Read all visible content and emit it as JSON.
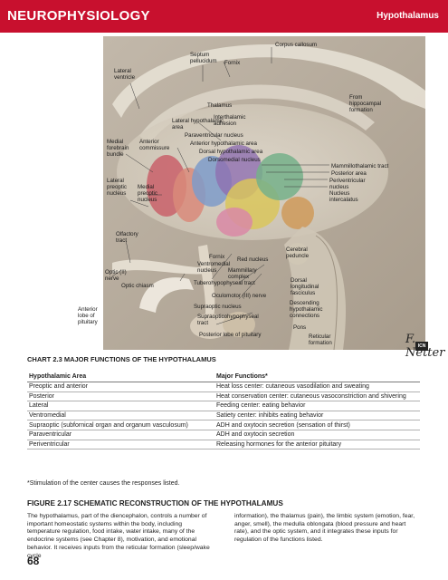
{
  "header": {
    "title": "NEUROPHYSIOLOGY",
    "section": "Hypothalamus"
  },
  "figure": {
    "labels": {
      "corpus_callosum": "Corpus callosum",
      "septum_pellucidum": "Septum pellucidum",
      "fornix_top": "Fornix",
      "lateral_ventricle": "Lateral ventricle",
      "from_hippocampal": "From hippocampal formation",
      "thalamus": "Thalamus",
      "interthalamic": "Interthalamic adhesion",
      "lateral_hypothalamic": "Lateral hypothalamic area",
      "paraventricular": "Paraventricular nucleus",
      "medial_forebrain": "Medial forebrain bundle",
      "anterior_commissure": "Anterior commissure",
      "anterior_hypothalamic": "Anterior hypothalamic area",
      "dorsal_hypothalamic": "Dorsal hypothalamic area",
      "dorsomedial": "Dorsomedial nucleus",
      "mammillothalamic": "Mammillothalamic tract",
      "posterior_area": "Posterior area",
      "periventricular": "Periventricular nucleus",
      "nucleus_intercalatus": "Nucleus intercalatus",
      "lateral_preoptic": "Lateral preoptic nucleus",
      "medial_preoptic": "Medial preoptic nucleus",
      "olfactory_tract": "Olfactory tract",
      "fornix_bottom": "Fornix",
      "red_nucleus": "Red nucleus",
      "cerebral_peduncle": "Cerebral peduncle",
      "ventromedial": "Ventromedial nucleus",
      "mammillary": "Mammillary complex",
      "optic_nerve": "Optic (II) nerve",
      "optic_chiasm": "Optic chiasm",
      "tuberohypophyseal": "Tuberohypophyseal tract",
      "dorsal_longitudinal": "Dorsal longitudinal fasciculus",
      "oculomotor": "Oculomotor (III) nerve",
      "supraoptic": "Supraoptic nucleus",
      "descending": "Descending hypothalamic connections",
      "supraopticohypophyseal": "Supraopticohypophyseal tract",
      "pons": "Pons",
      "posterior_pituitary": "Posterior lobe of pituitary",
      "reticular": "Reticular formation",
      "anterior_pituitary": "Anterior lobe of pituitary"
    },
    "signature": "F. Netter",
    "logo": "ICN"
  },
  "caption": "CHART 2.3   MAJOR FUNCTIONS OF THE HYPOTHALAMUS",
  "table": {
    "headers": [
      "Hypothalamic Area",
      "Major Functions*"
    ],
    "rows": [
      [
        "Preoptic and anterior",
        "Heat loss center: cutaneous vasodilation and sweating"
      ],
      [
        "Posterior",
        "Heat conservation center: cutaneous vasoconstriction and shivering"
      ],
      [
        "Lateral",
        "Feeding center: eating behavior"
      ],
      [
        "Ventromedial",
        "Satiety center: inhibits eating behavior"
      ],
      [
        "Supraoptic (subfornical organ and organum vasculosum)",
        "ADH and oxytocin secretion (sensation of thirst)"
      ],
      [
        "Paraventricular",
        "ADH and oxytocin secretion"
      ],
      [
        "Periventricular",
        "Releasing hormones for the anterior pituitary"
      ]
    ]
  },
  "footnote": "*Stimulation of the center causes the responses listed.",
  "figure_title": "FIGURE 2.17   SCHEMATIC RECONSTRUCTION OF THE HYPOTHALAMUS",
  "body": {
    "col1": "The hypothalamus, part of the diencephalon, controls a number of important homeostatic systems within the body, including temperature regulation, food intake, water intake, many of the endocrine systems (see Chapter 8), motivation, and emotional behavior. It receives inputs from the reticular formation (sleep/wake cycle",
    "col2": "information), the thalamus (pain), the limbic system (emotion, fear, anger, smell), the medulla oblongata (blood pressure and heart rate), and the optic system, and it integrates these inputs for regulation of the functions listed."
  },
  "page_number": "68"
}
